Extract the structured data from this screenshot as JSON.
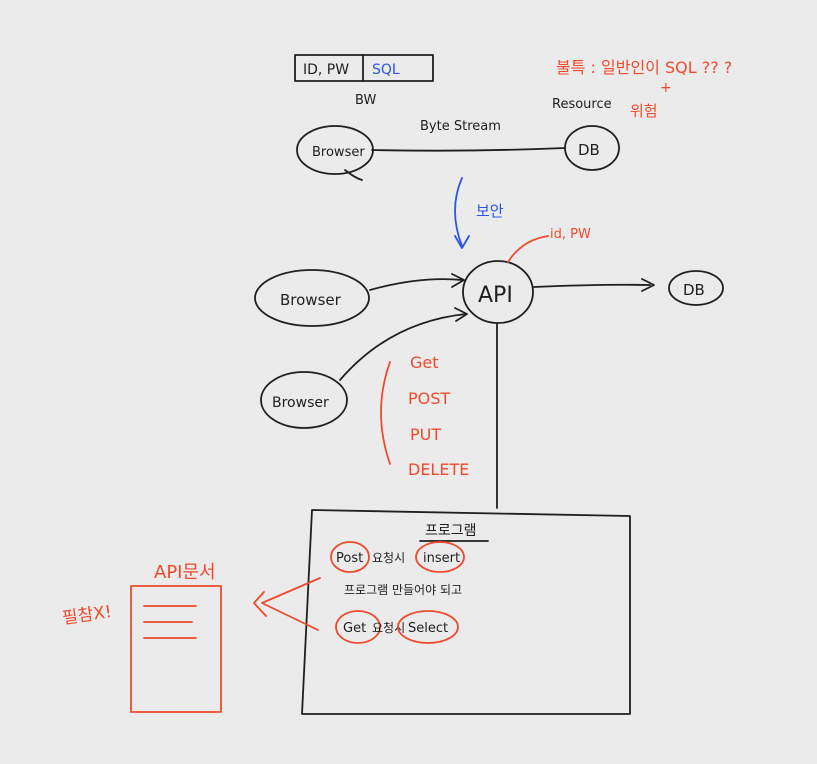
{
  "colors": {
    "ink": "#1f1f1f",
    "red": "#f04a2c",
    "blue": "#2b55e6",
    "background": "#ebebeb"
  },
  "top": {
    "form_box": {
      "id_pw": "ID, PW",
      "sql": "SQL"
    },
    "bw_label": "BW",
    "browser": "Browser",
    "byte_stream": "Byte Stream",
    "resource": "Resource",
    "db": "DB",
    "note_line1": "불특 : 일반인이 SQL ?? ?",
    "note_plus": "+",
    "note_line2": "위험"
  },
  "security_label": "보안",
  "middle": {
    "browser1": "Browser",
    "browser2": "Browser",
    "api": "API",
    "id_pw": "id, PW",
    "db": "DB",
    "methods": [
      "Get",
      "POST",
      "PUT",
      "DELETE"
    ]
  },
  "program": {
    "title": "프로그램",
    "post": "Post",
    "post_request": "요청시",
    "insert": "insert",
    "middle_line": "프로그램 만들어야 되고",
    "get": "Get",
    "get_request": "요청시",
    "select": "Select"
  },
  "api_doc": {
    "title": "API문서",
    "side_note": "필참X!"
  }
}
